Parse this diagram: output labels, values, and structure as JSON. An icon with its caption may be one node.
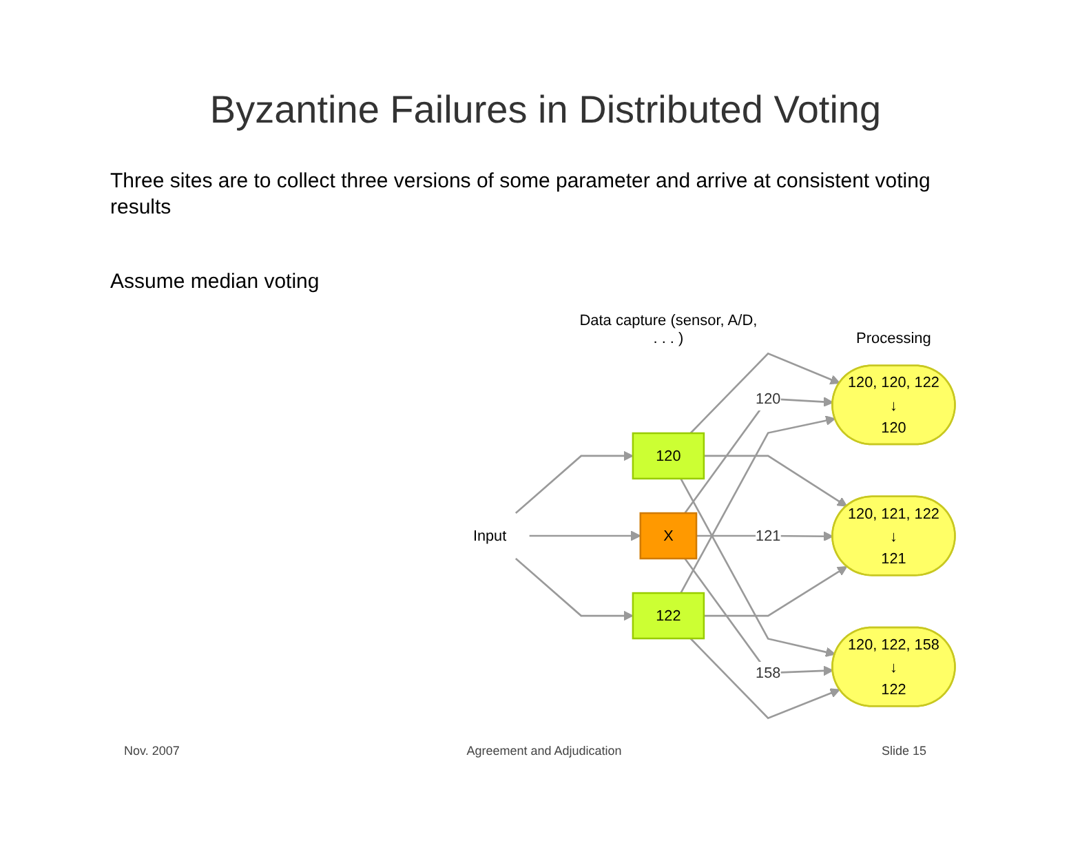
{
  "diagram": {
    "title": "Byzantine Failures in Distributed Voting",
    "nodes": [
      {
        "text": [
          "Input"
        ]
      },
      {
        "text": [
          "120"
        ]
      },
      {
        "text": [
          "X"
        ]
      },
      {
        "text": [
          "122"
        ]
      },
      {
        "text": [
          "120, 120, 122",
          "↓",
          "120"
        ]
      },
      {
        "text": [
          "120, 121, 122",
          "↓",
          "121"
        ]
      },
      {
        "text": [
          "120, 122, 158",
          "↓",
          "122"
        ]
      }
    ],
    "edges": [
      {
        "from": 0,
        "to": 1,
        "arrow": "to"
      },
      {
        "from": 0,
        "to": 2,
        "arrow": "to"
      },
      {
        "from": 0,
        "to": 3,
        "arrow": "to"
      },
      {
        "from": 1,
        "to": 4,
        "arrow": "to"
      },
      {
        "from": 1,
        "to": 5,
        "arrow": "to"
      },
      {
        "from": 1,
        "to": 6,
        "arrow": "to"
      },
      {
        "from": 2,
        "to": 4,
        "label": "120",
        "arrow": "to"
      },
      {
        "from": 2,
        "to": 5,
        "label": "121",
        "arrow": "to"
      },
      {
        "from": 2,
        "to": 6,
        "label": "158",
        "arrow": "to"
      },
      {
        "from": 3,
        "to": 4,
        "arrow": "to"
      },
      {
        "from": 3,
        "to": 5,
        "arrow": "to"
      },
      {
        "from": 3,
        "to": 6,
        "arrow": "to"
      }
    ],
    "labels": [
      "Three sites are to collect three versions of some parameter and arrive at consistent voting results",
      "Assume median voting",
      "Data capture (sensor, A/D, . . . )",
      "Processing",
      "Nov. 2007",
      "Agreement and Adjudication",
      "Slide 15"
    ]
  }
}
